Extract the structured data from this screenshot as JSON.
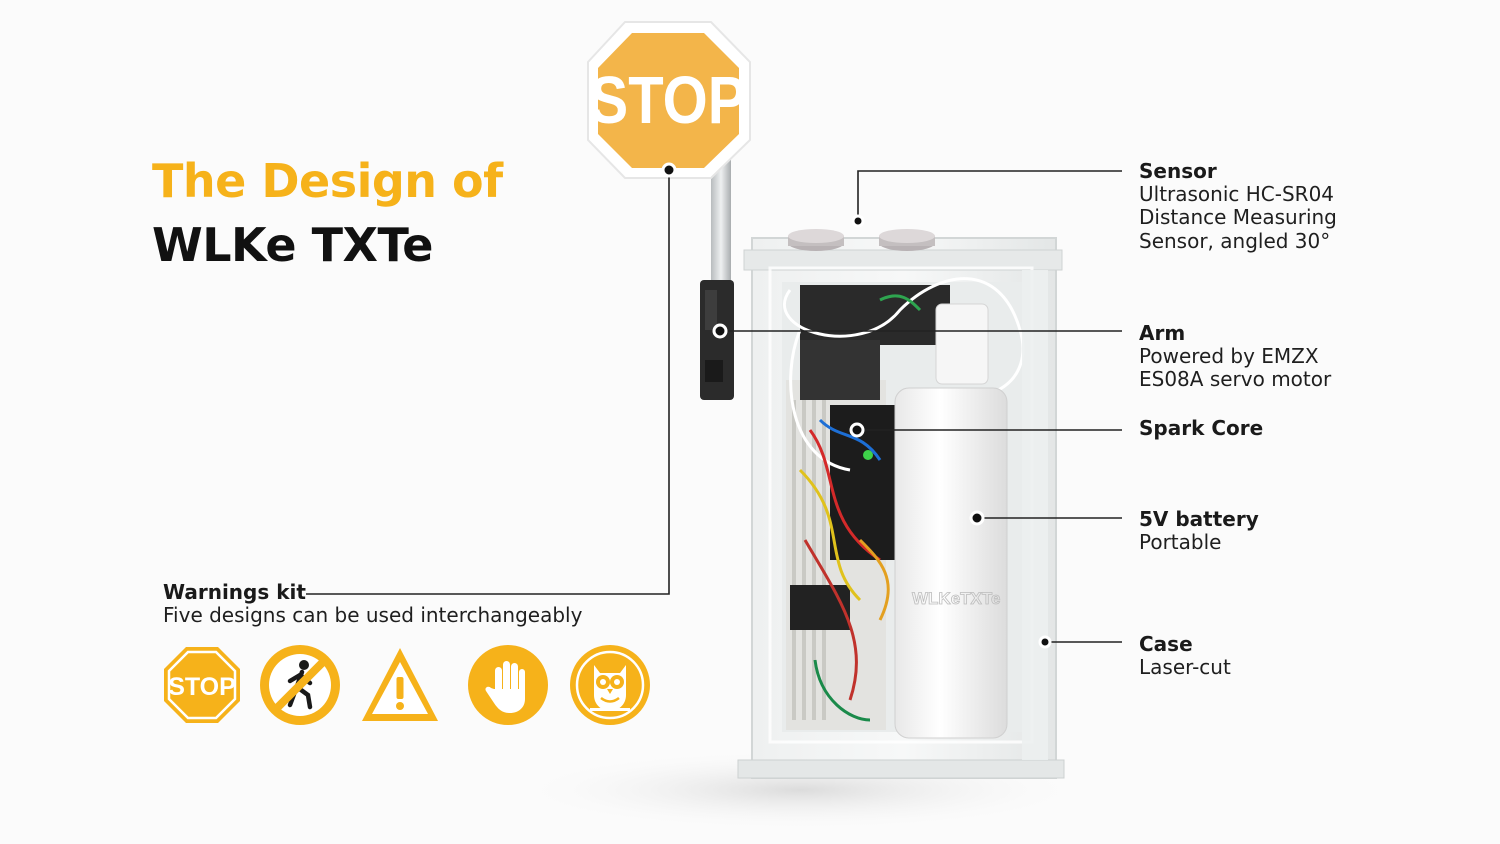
{
  "title": {
    "line1": "The Design of",
    "line2": "WLKe TXTe"
  },
  "colors": {
    "accent": "#f6b21a",
    "text": "#1a1a1a",
    "background": "#fbfbfb"
  },
  "device": {
    "stop_sign_text": "STOP",
    "battery_logo": "WLKeTXTe"
  },
  "callouts": {
    "sensor": {
      "title": "Sensor",
      "desc1": "Ultrasonic HC-SR04",
      "desc2": "Distance Measuring",
      "desc3": "Sensor, angled 30°"
    },
    "arm": {
      "title": "Arm",
      "desc1": "Powered by EMZX",
      "desc2": "ES08A servo motor"
    },
    "spark": {
      "title": "Spark Core"
    },
    "battery": {
      "title": "5V battery",
      "desc1": "Portable"
    },
    "case": {
      "title": "Case",
      "desc1": "Laser-cut"
    },
    "warnings": {
      "title": "Warnings kit",
      "desc1": "Five designs can be used interchangeably"
    }
  },
  "warning_icons": {
    "stop_text": "STOP",
    "items": [
      "stop-sign-icon",
      "no-pedestrian-icon",
      "warning-triangle-icon",
      "hand-stop-icon",
      "owl-icon"
    ]
  }
}
